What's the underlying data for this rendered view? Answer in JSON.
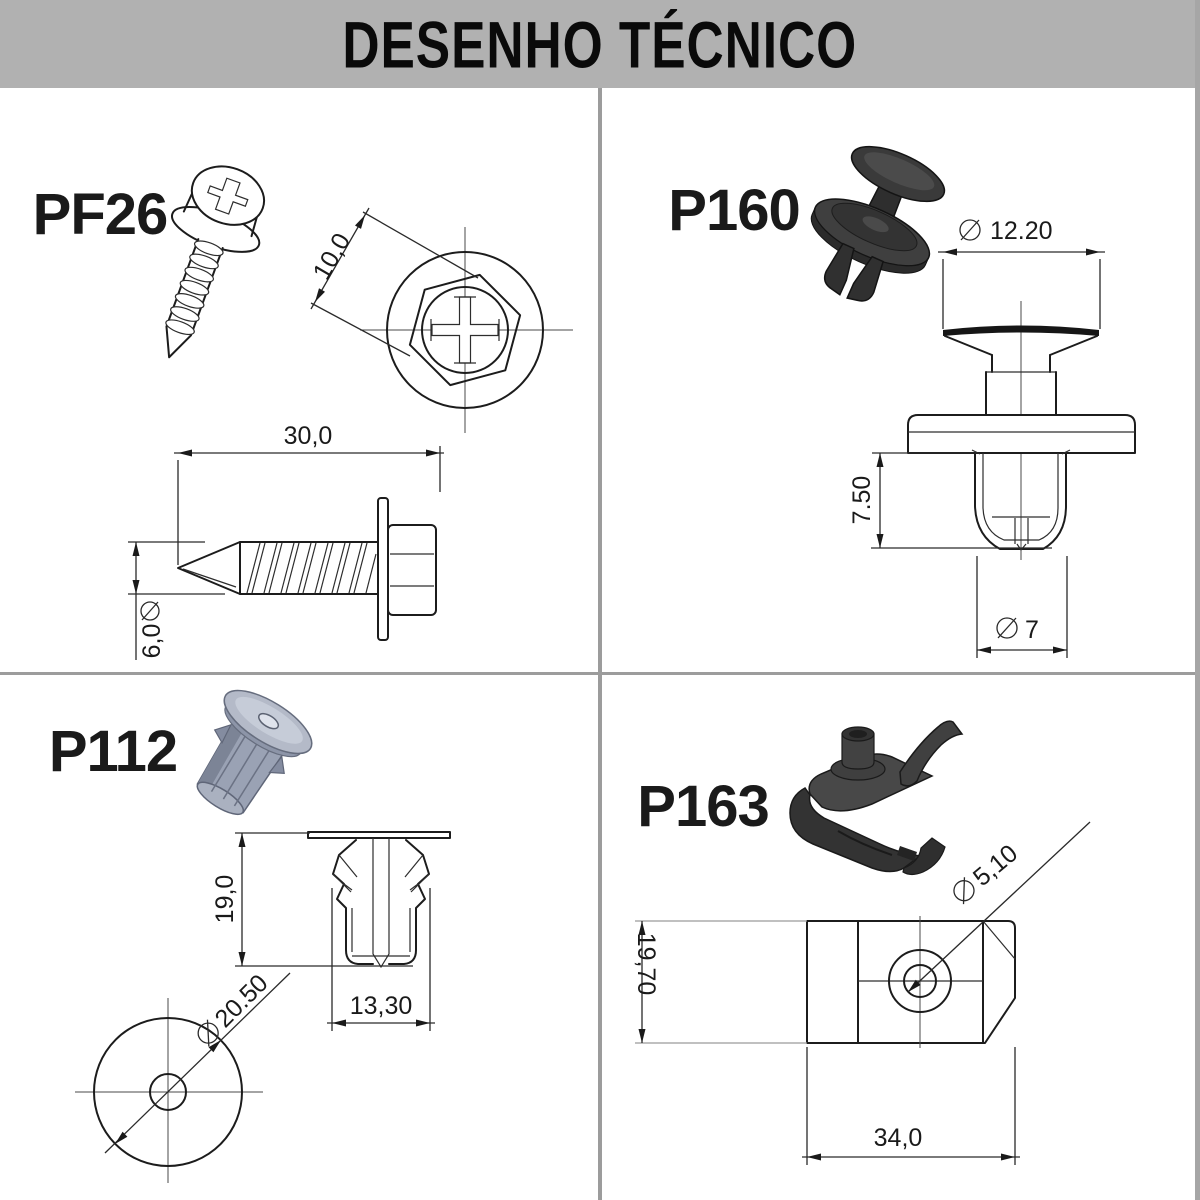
{
  "title": "DESENHO TÉCNICO",
  "colors": {
    "header_bg": "#b1b1b1",
    "divider": "#9c9c9c",
    "line_art": "#1c1c1c",
    "dark_part": "#3a3a3a",
    "blue_gray_part": "#9aa2b4"
  },
  "parts": {
    "pf26": {
      "label": "PF26",
      "dims": {
        "head_across": "10,0",
        "total_length": "30,0",
        "thread_diameter_symbol": "Ø",
        "thread_diameter": "6,0"
      }
    },
    "p160": {
      "label": "P160",
      "dims": {
        "head_diameter_symbol": "Ø",
        "head_diameter": "12.20",
        "leg_length": "7.50",
        "shank_diameter_symbol": "Ø",
        "shank_diameter": "7"
      }
    },
    "p112": {
      "label": "P112",
      "dims": {
        "length": "19,0",
        "body_width": "13,30",
        "flange_diameter_symbol": "Ø",
        "flange_diameter": "20.50"
      }
    },
    "p163": {
      "label": "P163",
      "dims": {
        "height": "19,70",
        "hole_diameter_symbol": "Ø",
        "hole_diameter": "5,10",
        "width": "34,0"
      }
    }
  }
}
